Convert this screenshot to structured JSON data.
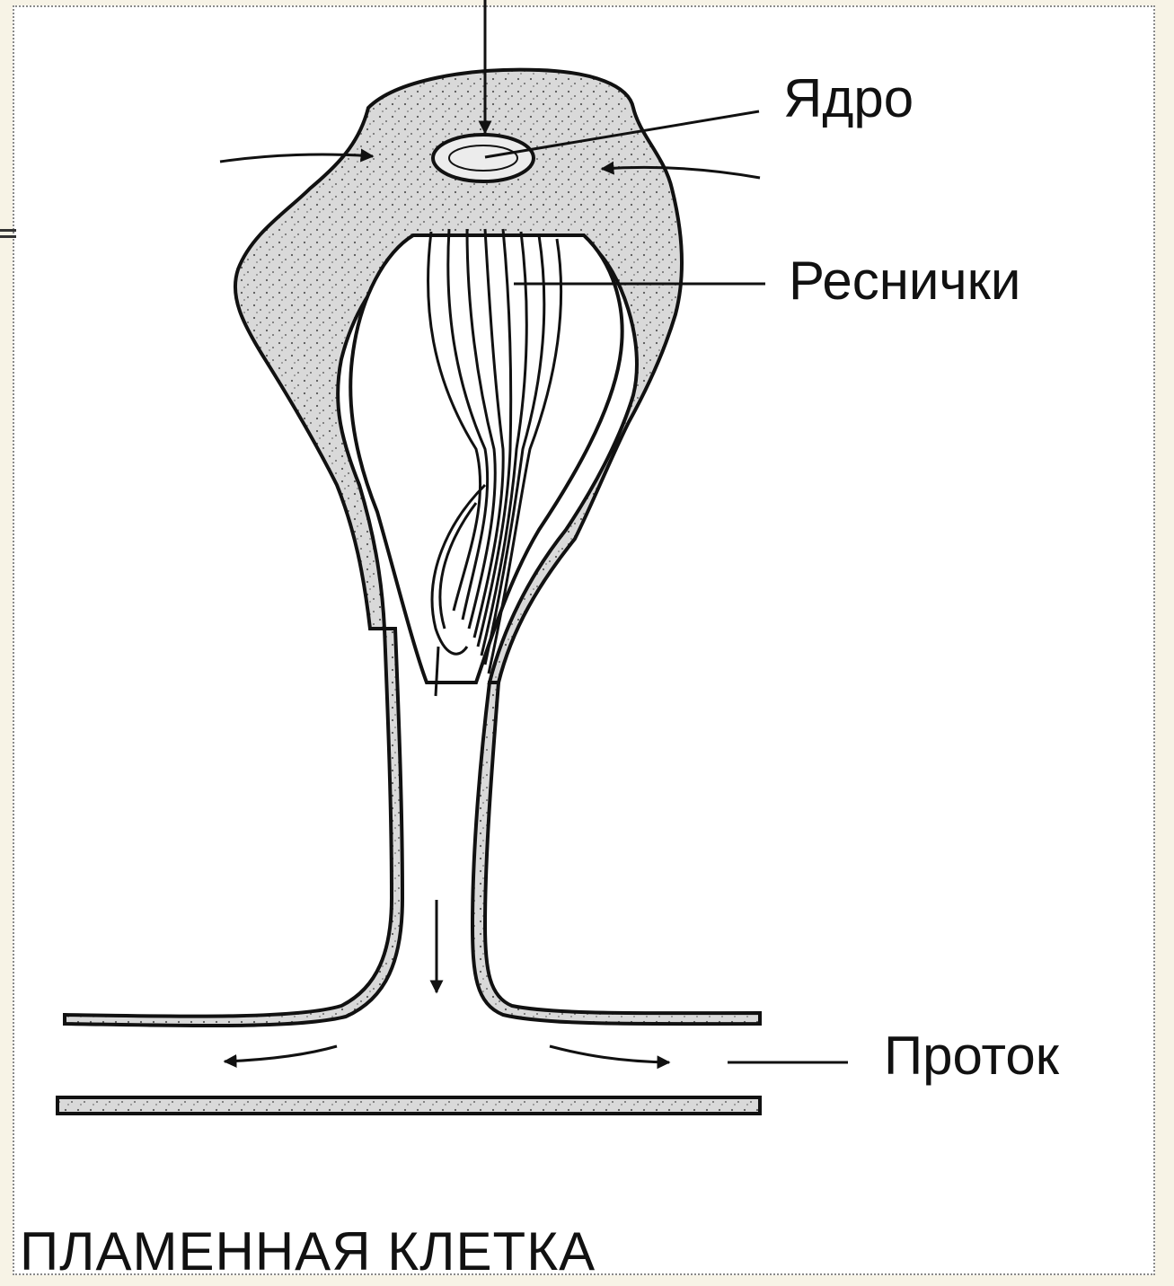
{
  "labels": {
    "nucleus": "Ядро",
    "cilia": "Реснички",
    "duct": "Проток"
  },
  "caption": "ПЛАМЕННАЯ КЛЕТКА",
  "colors": {
    "cell_fill": "#d9d9d9",
    "outline": "#111111",
    "frame_bg": "#ffffff",
    "page_bg": "#f7f3e6"
  }
}
